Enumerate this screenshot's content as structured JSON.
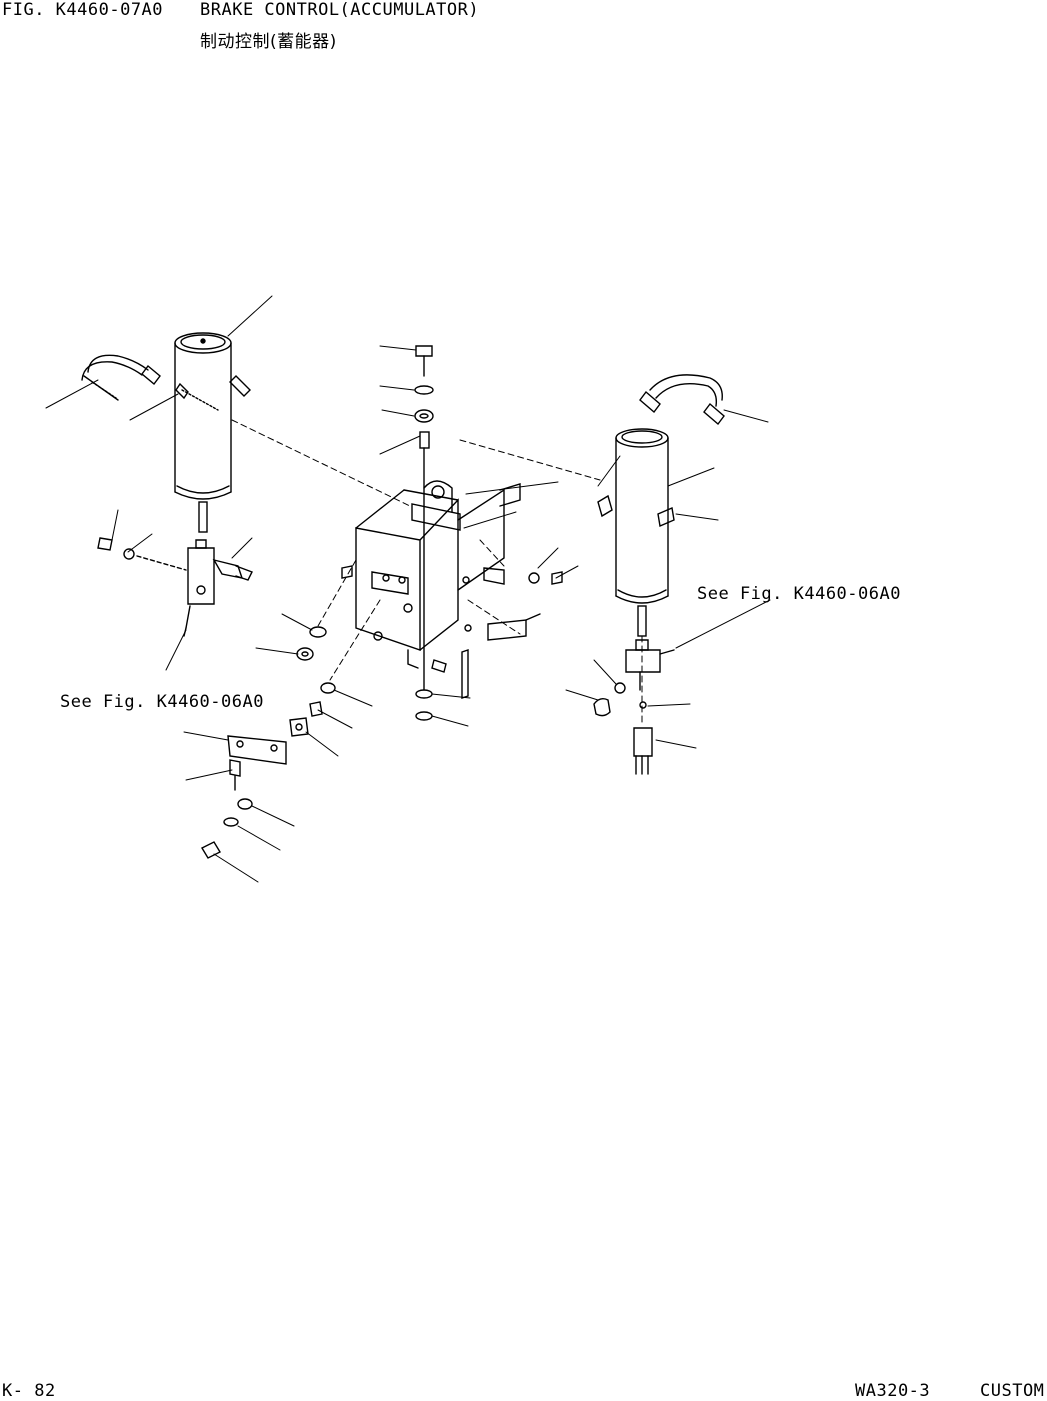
{
  "header": {
    "figure_code": "FIG. K4460-07A0",
    "title_en": "BRAKE CONTROL(ACCUMULATOR)",
    "title_zh": "制动控制(蓄能器)"
  },
  "diagram": {
    "references": {
      "left": "See Fig. K4460-06A0",
      "right": "See Fig. K4460-06A0"
    }
  },
  "footer": {
    "page": "K- 82",
    "model": "WA320-3",
    "custom": "CUSTOM"
  }
}
